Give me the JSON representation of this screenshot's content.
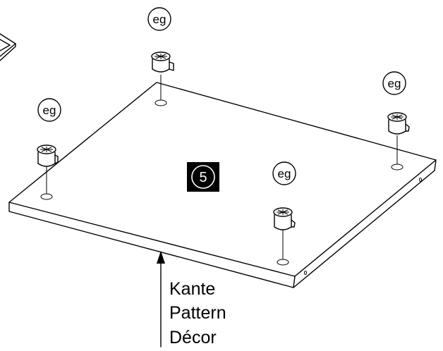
{
  "step": {
    "number": "5"
  },
  "hardware": {
    "label": "eg",
    "items": [
      {
        "name": "cam-lock-back-left",
        "label": "eg"
      },
      {
        "name": "cam-lock-front-left",
        "label": "eg"
      },
      {
        "name": "cam-lock-back-right",
        "label": "eg"
      },
      {
        "name": "cam-lock-front-center",
        "label": "eg"
      }
    ]
  },
  "edge_callout": {
    "lines": [
      "Kante",
      "Pattern",
      "Décor"
    ]
  }
}
